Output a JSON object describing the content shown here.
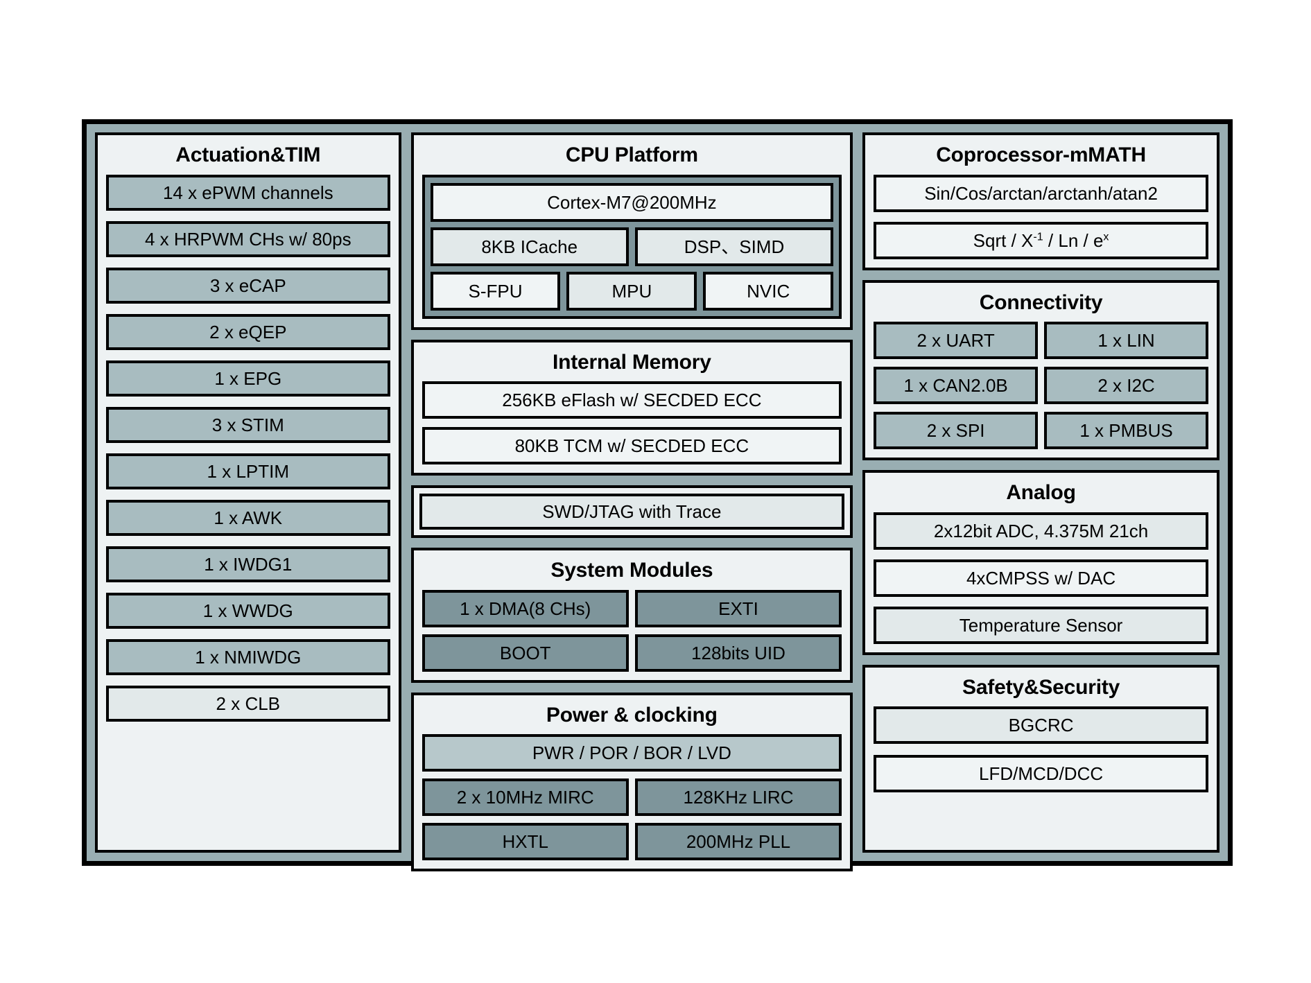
{
  "diagram": {
    "title": "MCU Block Diagram",
    "colors": {
      "chip_background": "#99aeb2",
      "panel_background": "#eef2f3",
      "block_medium": "#a8bcc0",
      "block_light": "#e2e9ea",
      "block_lightest": "#f0f4f5",
      "block_dark": "#7e959b",
      "outline": "#000000"
    }
  },
  "actuation": {
    "title": "Actuation&TIM",
    "items": [
      {
        "label": "14 x ePWM channels",
        "tone": "tone-a"
      },
      {
        "label": "4 x HRPWM CHs w/ 80ps",
        "tone": "tone-a"
      },
      {
        "label": "3 x eCAP",
        "tone": "tone-a"
      },
      {
        "label": "2 x eQEP",
        "tone": "tone-a"
      },
      {
        "label": "1 x EPG",
        "tone": "tone-a"
      },
      {
        "label": "3 x STIM",
        "tone": "tone-a"
      },
      {
        "label": "1 x LPTIM",
        "tone": "tone-a"
      },
      {
        "label": "1 x AWK",
        "tone": "tone-a"
      },
      {
        "label": "1 x IWDG1",
        "tone": "tone-a"
      },
      {
        "label": "1 x WWDG",
        "tone": "tone-a"
      },
      {
        "label": "1 x NMIWDG",
        "tone": "tone-a"
      },
      {
        "label": "2 x CLB",
        "tone": "tone-b"
      }
    ]
  },
  "cpu_platform": {
    "title": "CPU Platform",
    "cpu_core": "Cortex-M7@200MHz",
    "row_cache": [
      {
        "label": "8KB ICache"
      },
      {
        "label": "DSP、SIMD"
      }
    ],
    "row_units": [
      {
        "label": "S-FPU"
      },
      {
        "label": "MPU"
      },
      {
        "label": "NVIC"
      }
    ]
  },
  "internal_memory": {
    "title": "Internal Memory",
    "items": [
      {
        "label": "256KB eFlash w/ SECDED ECC"
      },
      {
        "label": "80KB TCM w/ SECDED ECC"
      }
    ]
  },
  "debug": {
    "label": "SWD/JTAG with Trace"
  },
  "system_modules": {
    "title": "System Modules",
    "rows": [
      [
        {
          "label": "1 x DMA(8 CHs)"
        },
        {
          "label": "EXTI"
        }
      ],
      [
        {
          "label": "BOOT"
        },
        {
          "label": "128bits UID"
        }
      ]
    ]
  },
  "power_clocking": {
    "title": "Power & clocking",
    "full_row": {
      "label": "PWR / POR / BOR / LVD"
    },
    "rows": [
      [
        {
          "label": "2 x 10MHz MIRC"
        },
        {
          "label": "128KHz LIRC"
        }
      ],
      [
        {
          "label": "HXTL"
        },
        {
          "label": "200MHz PLL"
        }
      ]
    ]
  },
  "coprocessor": {
    "title": "Coprocessor-mMATH",
    "items": [
      {
        "label": "Sin/Cos/arctan/arctanh/atan2"
      }
    ],
    "formula": {
      "prefix": "Sqrt / X",
      "sup1": "-1",
      "mid": " / Ln / e",
      "sup2": "x"
    }
  },
  "connectivity": {
    "title": "Connectivity",
    "rows": [
      [
        {
          "label": "2 x UART"
        },
        {
          "label": "1 x LIN"
        }
      ],
      [
        {
          "label": "1 x CAN2.0B"
        },
        {
          "label": "2 x I2C"
        }
      ],
      [
        {
          "label": "2 x SPI"
        },
        {
          "label": "1 x PMBUS"
        }
      ]
    ]
  },
  "analog": {
    "title": "Analog",
    "items": [
      {
        "label": "2x12bit ADC, 4.375M 21ch"
      },
      {
        "label": "4xCMPSS w/ DAC"
      },
      {
        "label": "Temperature Sensor"
      }
    ]
  },
  "safety_security": {
    "title": "Safety&Security",
    "items": [
      {
        "label": "BGCRC"
      },
      {
        "label": "LFD/MCD/DCC"
      }
    ]
  }
}
